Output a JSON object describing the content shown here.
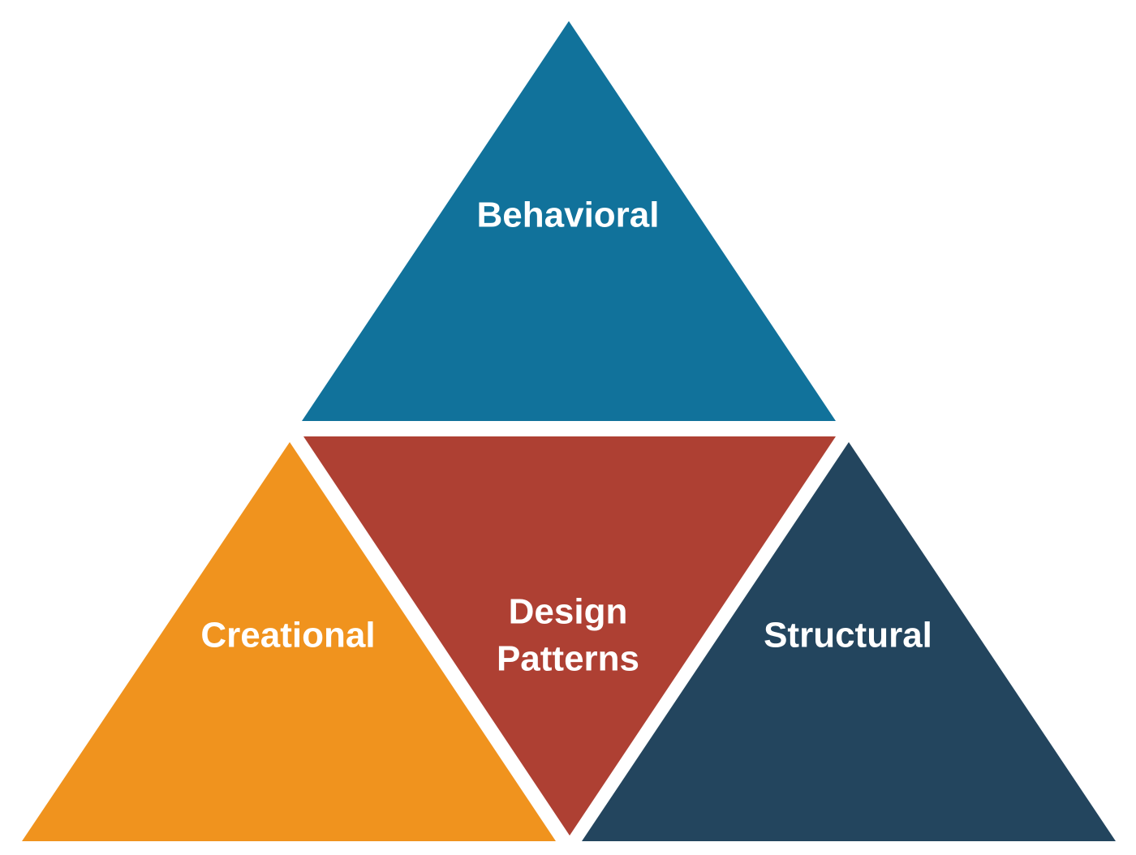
{
  "diagram": {
    "sections": {
      "behavioral": {
        "label": "Behavioral",
        "color": "#11729B"
      },
      "creational": {
        "label": "Creational",
        "color": "#F0931E"
      },
      "center": {
        "label_line1": "Design",
        "label_line2": "Patterns",
        "color": "#AE4033"
      },
      "structural": {
        "label": "Structural",
        "color": "#23455E"
      }
    },
    "background": "#FFFFFF"
  }
}
